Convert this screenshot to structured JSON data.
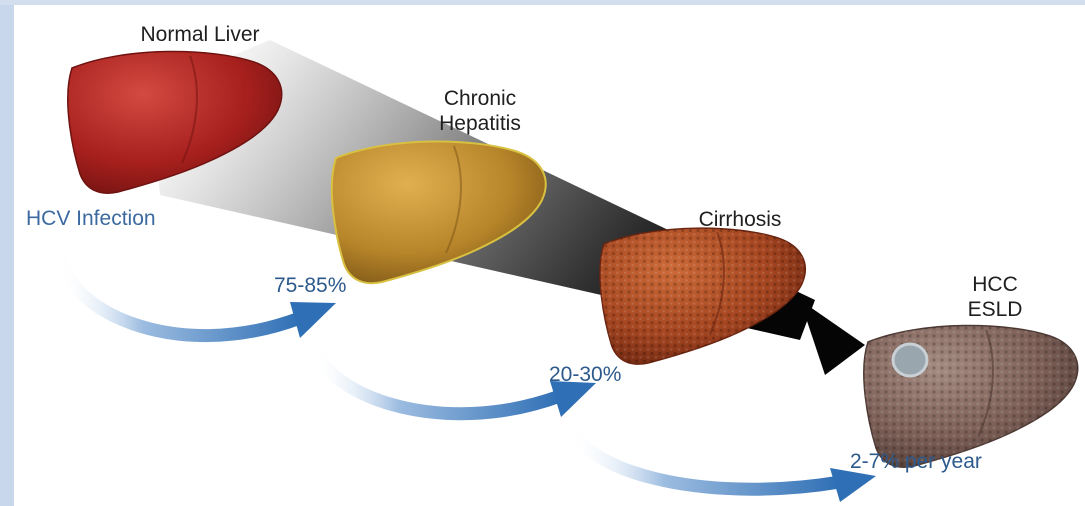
{
  "stages": {
    "normal": "Normal Liver",
    "chronic_line1": "Chronic",
    "chronic_line2": "Hepatitis",
    "cirrhosis": "Cirrhosis",
    "hcc_line1": "HCC",
    "hcc_line2": "ESLD"
  },
  "infection_label": "HCV Infection",
  "rates": {
    "chronic": "75-85%",
    "cirrhosis": "20-30%",
    "hcc": "2-7% per year"
  },
  "colors": {
    "normal_liver": "#a8201e",
    "chronic_liver": "#b8862a",
    "cirrhosis_liver": "#a44520",
    "hcc_liver": "#7d6058",
    "arrow_blue": "#2f6fb5",
    "progression_arrow": "#111111",
    "label_blue": "#2d5a8c"
  }
}
